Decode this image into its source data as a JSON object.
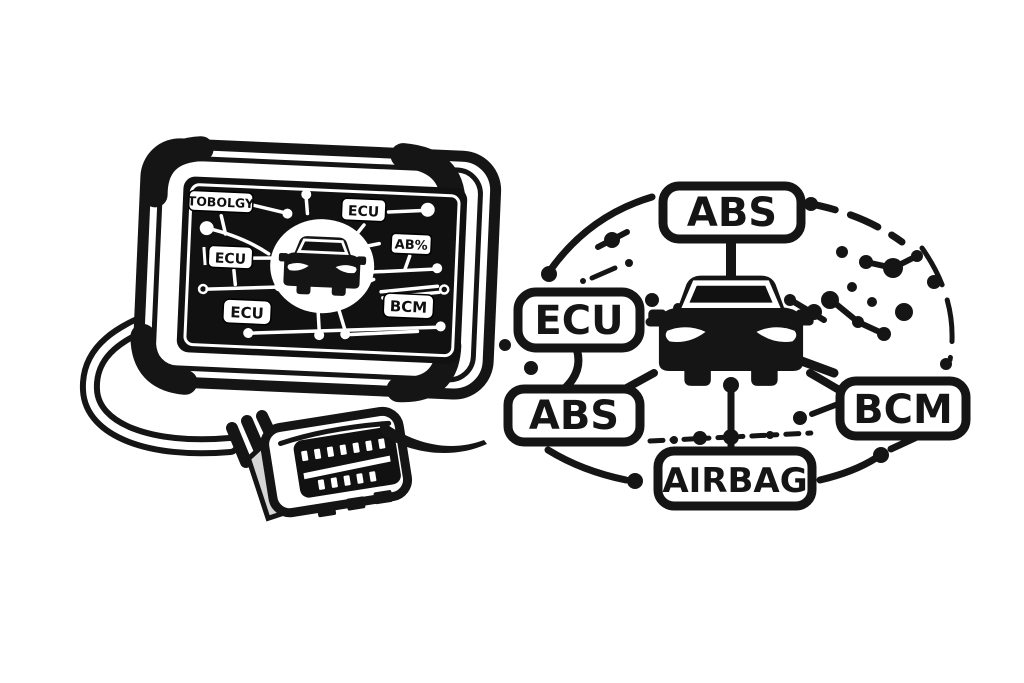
{
  "illustration": {
    "title": "Automotive diagnostic scan tool reading vehicle module topology",
    "style": "black and white vector illustration"
  },
  "colors": {
    "ink": "#151515",
    "paper": "#ffffff",
    "screen_bg": "#111111",
    "connector_shade": "#d6d6d6"
  },
  "scanner": {
    "screen_labels": {
      "topology": "TOBOLGY",
      "ecu_top": "ECU",
      "ab_pct": "AB%",
      "ecu_mid": "ECU",
      "ecu_bottom": "ECU",
      "bcm": "BCM"
    }
  },
  "network": {
    "nodes": {
      "abs_top": "ABS",
      "ecu_left": "ECU",
      "abs_lower": "ABS",
      "bcm_right": "BCM",
      "airbag_bottom": "AIRBAG"
    }
  },
  "icons": {
    "tablet_car": "car-icon",
    "network_car": "car-icon",
    "connector": "obd2-connector-icon",
    "cable": "obd-cable",
    "arrow": "motion-arrow-icon"
  }
}
